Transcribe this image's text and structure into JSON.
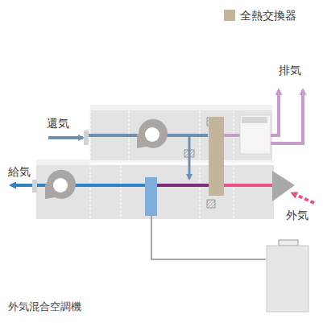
{
  "diagram": {
    "caption": "外気混合空調機",
    "labels": [
      "還気",
      "排気",
      "給気",
      "外気"
    ],
    "legend": [
      {
        "text": "全熱交換器",
        "color": "#c3b59c"
      }
    ]
  }
}
